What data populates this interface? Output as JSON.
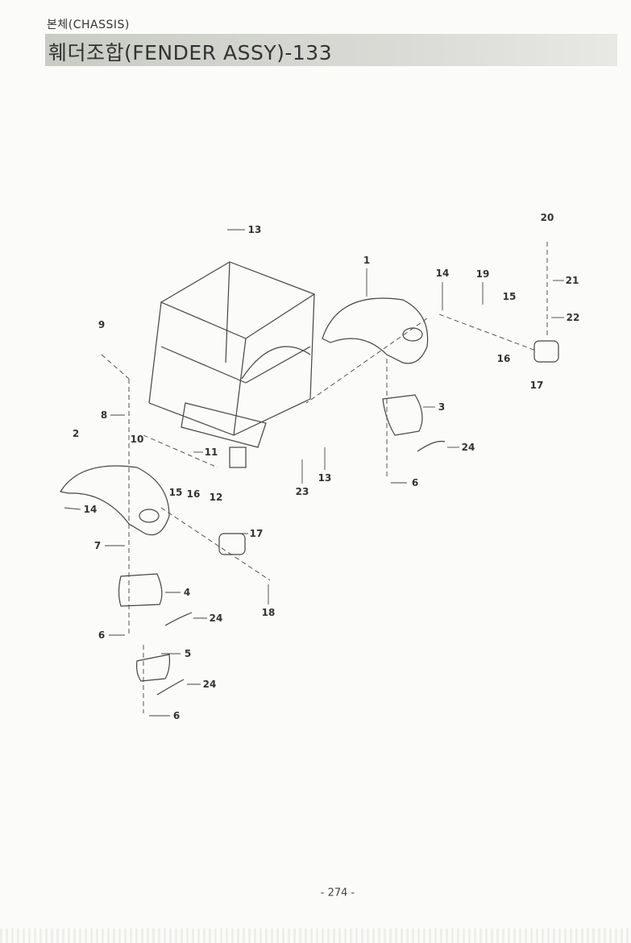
{
  "header": {
    "section": "본체(CHASSIS)",
    "title": "훼더조합(FENDER ASSY)-133"
  },
  "callouts": [
    "13",
    "1",
    "14",
    "19",
    "20",
    "21",
    "15",
    "22",
    "9",
    "16",
    "17",
    "3",
    "8",
    "2",
    "10",
    "24",
    "11",
    "13",
    "6",
    "23",
    "12",
    "15",
    "16",
    "14",
    "17",
    "7",
    "4",
    "18",
    "24",
    "6",
    "5",
    "24",
    "6"
  ],
  "page_number": "- 274 -"
}
